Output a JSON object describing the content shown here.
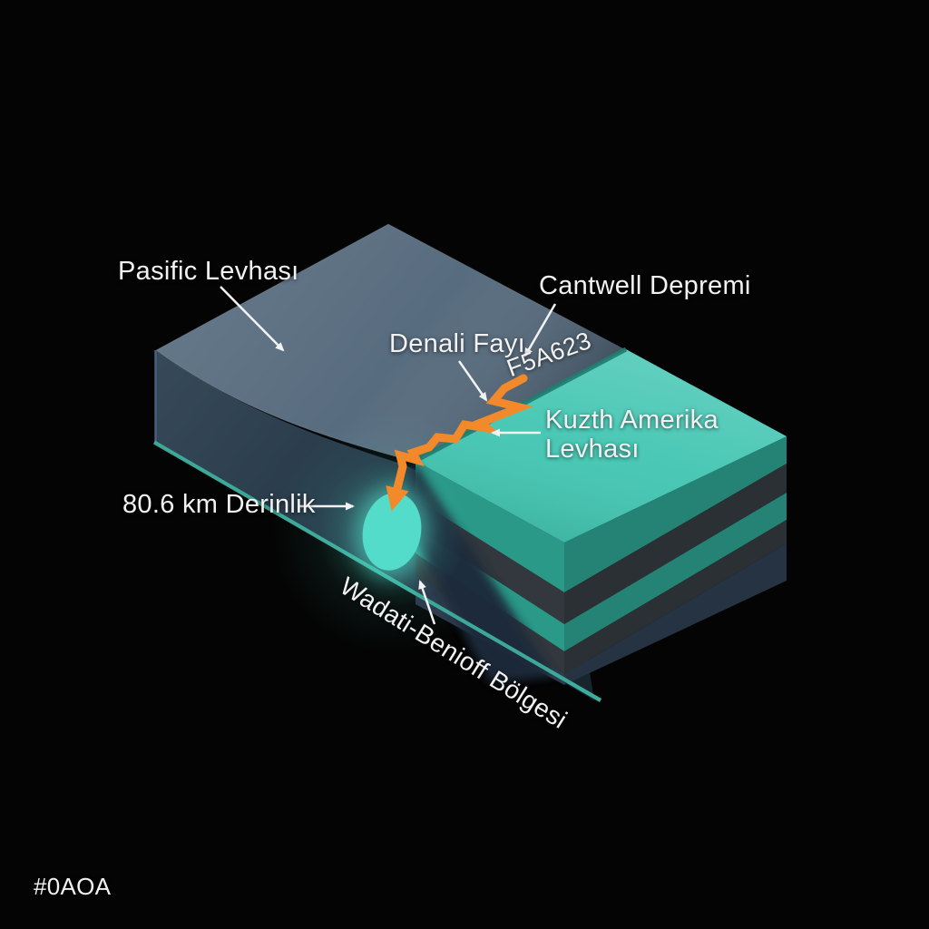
{
  "scene": {
    "background": "#040404",
    "watermark": "#0AOA"
  },
  "labels": {
    "pacific_plate": "Pasific Levhası",
    "earthquake": "Cantwell Depremi",
    "fault": "Denali Fayı",
    "fault_code": "F5A623",
    "na_plate_line1": "Kuzth Amerika",
    "na_plate_line2": "Levhası",
    "depth": "80.6 km Derinlik",
    "benioff_zone": "Wadati-Benioff Bölgesi"
  },
  "colors": {
    "pacific_plate_top": "#54697c",
    "pacific_plate_front": "#273b4b",
    "pacific_edge_highlight": "#46607a",
    "na_plate_top": "#44c6b3",
    "na_layer_teal": "#2b9988",
    "na_layer_dark": "#32383d",
    "na_layer_navy": "#2d3c4e",
    "na_edge_dark_teal": "#1f7e70",
    "trench_shadow": "#1d2c3a",
    "fault_line": "#f28a2b",
    "hypocenter": "#52dcc9",
    "slab_edge": "#3fae9d",
    "annotation": "#f2f2f2"
  }
}
